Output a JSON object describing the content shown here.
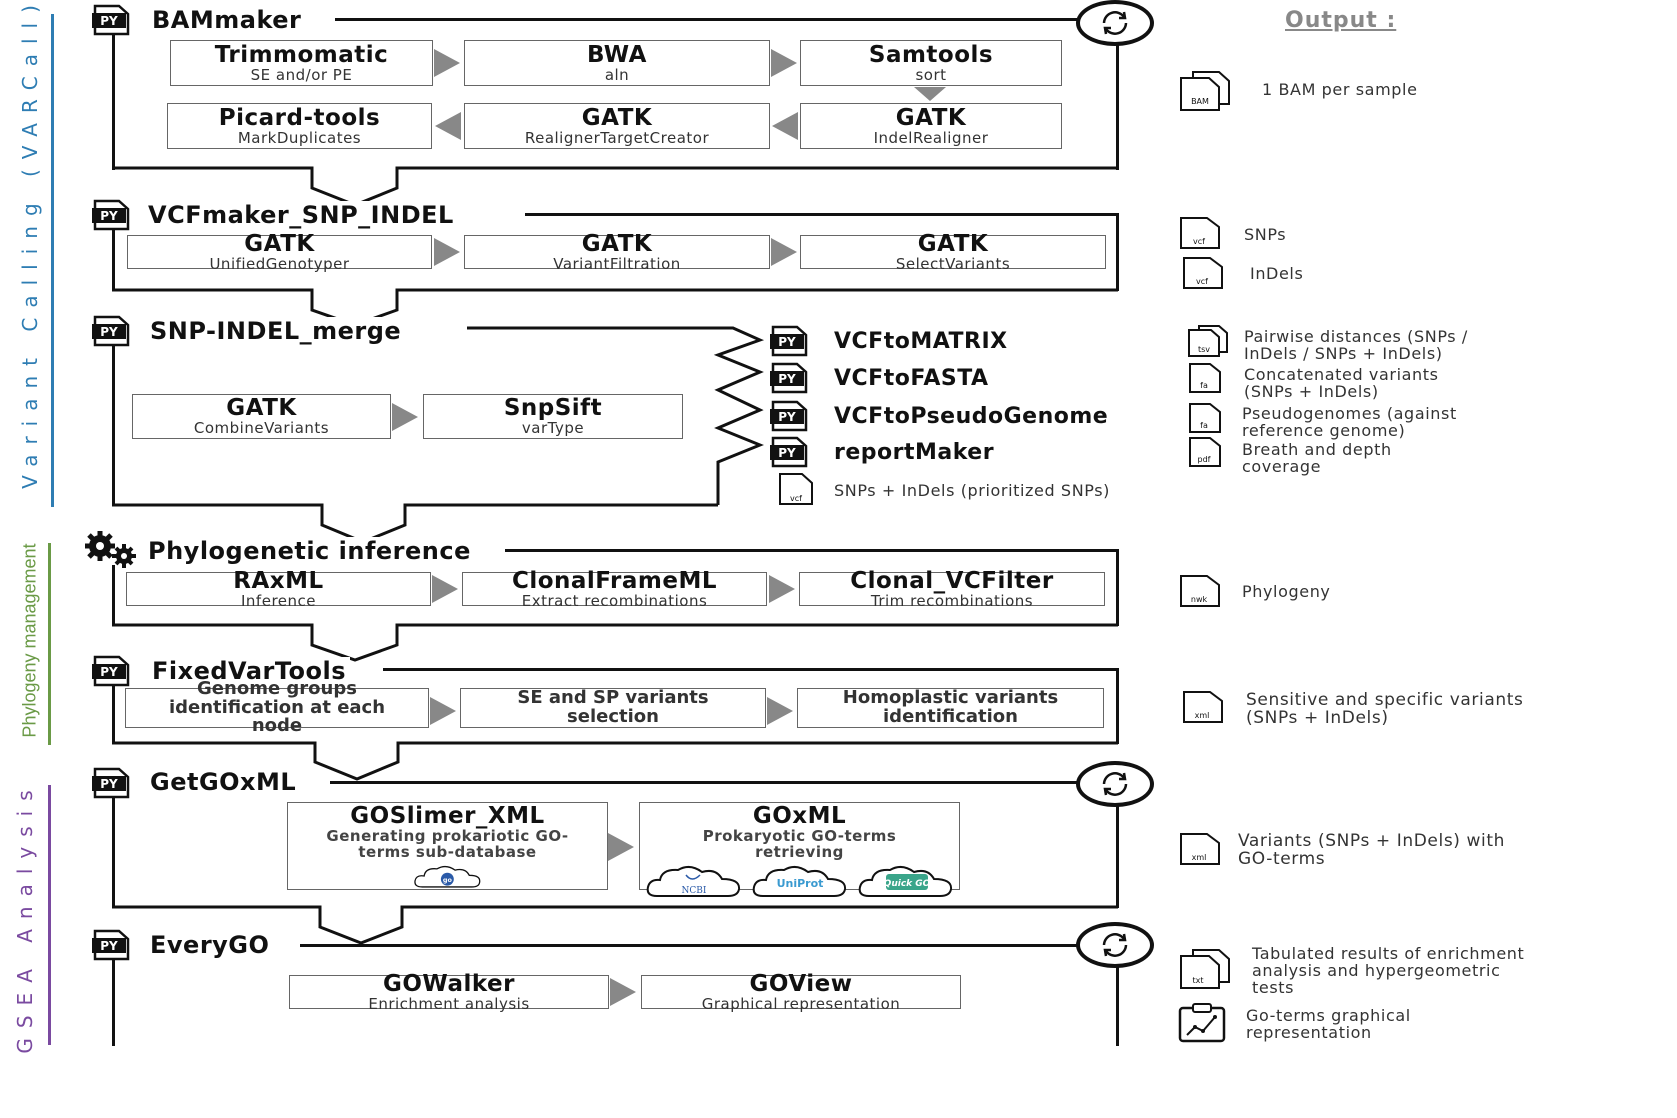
{
  "sections": [
    {
      "label": "Variant   Calling   (VARCall)",
      "color": "#2e7db3"
    },
    {
      "label": "Phylogeny management",
      "color": "#6a9a46"
    },
    {
      "label": "GSEA   Analysis",
      "color": "#7a4aa0"
    }
  ],
  "output_title": "Output :",
  "py_label": "PY",
  "pipelines": {
    "bammaker": {
      "title": "BAMmaker",
      "boxes": [
        {
          "title": "Trimmomatic",
          "sub": "SE and/or PE"
        },
        {
          "title": "BWA",
          "sub": "aln"
        },
        {
          "title": "Samtools",
          "sub": "sort"
        },
        {
          "title": "Picard-tools",
          "sub": "MarkDuplicates"
        },
        {
          "title": "GATK",
          "sub": "RealignerTargetCreator"
        },
        {
          "title": "GATK",
          "sub": "IndelRealigner"
        }
      ]
    },
    "vcfmaker": {
      "title": "VCFmaker_SNP_INDEL",
      "boxes": [
        {
          "title": "GATK",
          "sub": "UnifiedGenotyper"
        },
        {
          "title": "GATK",
          "sub": "VariantFiltration"
        },
        {
          "title": "GATK",
          "sub": "SelectVariants"
        }
      ]
    },
    "merge": {
      "title": "SNP-INDEL_merge",
      "boxes": [
        {
          "title": "GATK",
          "sub": "CombineVariants"
        },
        {
          "title": "SnpSift",
          "sub": "varType"
        }
      ],
      "scripts": [
        "VCFtoMATRIX",
        "VCFtoFASTA",
        "VCFtoPseudoGenome",
        "reportMaker"
      ],
      "vcf_note": "SNPs + InDels (prioritized SNPs)"
    },
    "phylo": {
      "title": "Phylogenetic inference",
      "boxes": [
        {
          "title": "RAxML",
          "sub": "Inference"
        },
        {
          "title": "ClonalFrameML",
          "sub": "Extract recombinations"
        },
        {
          "title": "Clonal_VCFilter",
          "sub": "Trim recombinations"
        }
      ]
    },
    "fixedvar": {
      "title": "FixedVarTools",
      "boxes": [
        {
          "text": "Genome groups identification at each node"
        },
        {
          "text": "SE and SP variants selection"
        },
        {
          "text": "Homoplastic variants identification"
        }
      ]
    },
    "getgo": {
      "title": "GetGOxML",
      "boxes": [
        {
          "title": "GOSlimer_XML",
          "sub": "Generating prokariotic GO-terms sub-database"
        },
        {
          "title": "GOxML",
          "sub": "Prokaryotic GO-terms retrieving"
        }
      ],
      "logos": [
        "go",
        "NCBI",
        "UniProt",
        "Quick GO"
      ]
    },
    "everygo": {
      "title": "EveryGO",
      "boxes": [
        {
          "title": "GOWalker",
          "sub": "Enrichment analysis"
        },
        {
          "title": "GOView",
          "sub": "Graphical representation"
        }
      ]
    }
  },
  "outputs": [
    {
      "ext": "BAM",
      "text": "1 BAM per sample"
    },
    {
      "ext": "vcf",
      "text": "SNPs"
    },
    {
      "ext": "vcf",
      "text": "InDels"
    },
    {
      "ext": "tsv",
      "text": "Pairwise distances (SNPs / InDels / SNPs + InDels)"
    },
    {
      "ext": "fa",
      "text": "Concatenated variants (SNPs + InDels)"
    },
    {
      "ext": "fa",
      "text": "Pseudogenomes (against reference genome)"
    },
    {
      "ext": "pdf",
      "text": "Breath and depth coverage"
    },
    {
      "ext": "vcf",
      "text": ""
    },
    {
      "ext": "nwk",
      "text": "Phylogeny"
    },
    {
      "ext": "xml",
      "text": "Sensitive and specific variants (SNPs + InDels)"
    },
    {
      "ext": "xml",
      "text": "Variants (SNPs + InDels) with GO-terms"
    },
    {
      "ext": "txt",
      "text": "Tabulated results of enrichment analysis and hypergeometric tests"
    },
    {
      "ext": "",
      "text": "Go-terms graphical representation"
    }
  ]
}
